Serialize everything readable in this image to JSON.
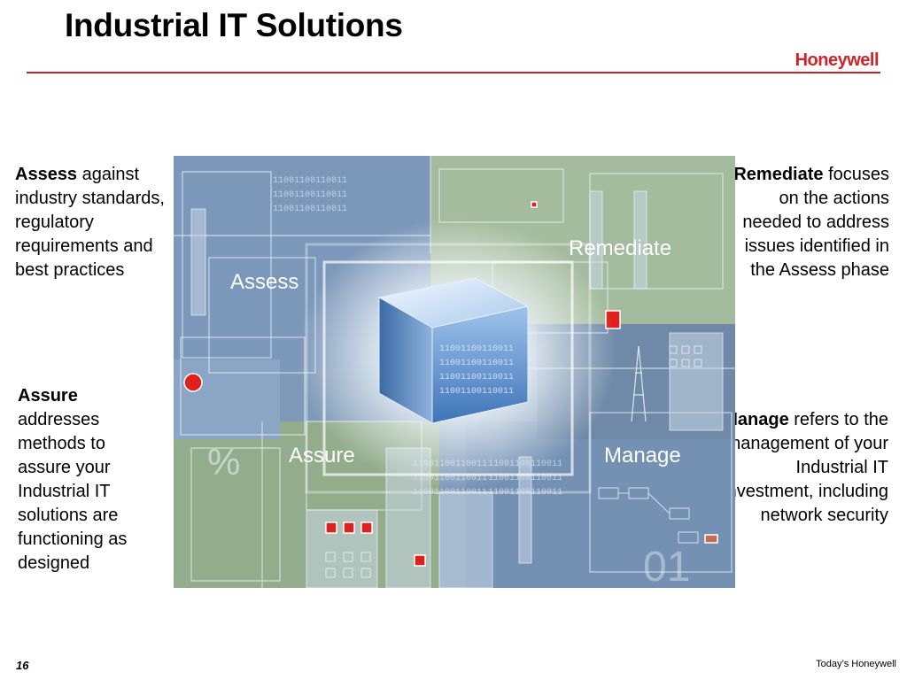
{
  "slide": {
    "title": "Industrial IT Solutions",
    "logo_text": "Honeywell",
    "page_number": "16",
    "footer_text": "Today’s Honeywell"
  },
  "blocks": {
    "assess": {
      "bold": "Assess",
      "rest": " against industry standards, regulatory requirements and best practices"
    },
    "assure": {
      "bold": "Assure",
      "rest": " addresses methods to assure your Industrial IT solutions are functioning as designed"
    },
    "remediate": {
      "bold": "Remediate",
      "rest": " focuses on the actions needed to address issues identified in the Assess phase"
    },
    "manage": {
      "bold": "Manage",
      "rest": " refers to the management of your Industrial IT investment, including network security"
    }
  },
  "illustration": {
    "labels": {
      "assess": "Assess",
      "remediate": "Remediate",
      "assure": "Assure",
      "manage": "Manage"
    },
    "cube_bits": "11001100110011",
    "percent_glyph": "%",
    "zero_one": "01",
    "colors": {
      "accent_red": "#e0201c",
      "blue_panel": "#6f8fb2",
      "green_panel": "#9cb593",
      "cube_blue": "#5f8fc9"
    }
  }
}
